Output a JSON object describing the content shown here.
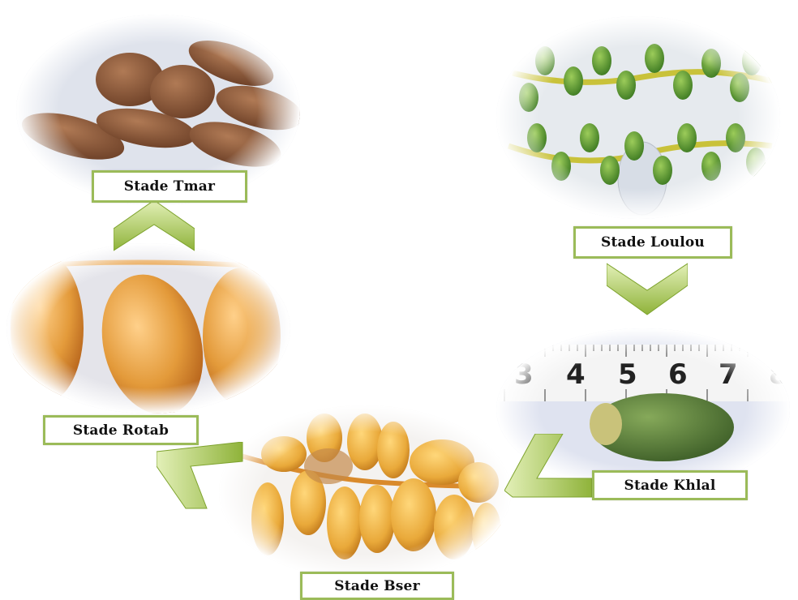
{
  "stages": [
    {
      "id": "tmar",
      "label": "Stade Tmar"
    },
    {
      "id": "loulou",
      "label": "Stade Loulou"
    },
    {
      "id": "khlal",
      "label": "Stade Khlal"
    },
    {
      "id": "bser",
      "label": "Stade Bser"
    },
    {
      "id": "rotab",
      "label": "Stade Rotab"
    }
  ],
  "ruler": {
    "numbers": [
      "3",
      "4",
      "5",
      "6",
      "7",
      "8"
    ]
  },
  "colors": {
    "label_border": "#9bbb59",
    "arrow_light": "#d8e9a8",
    "arrow_dark": "#8fb33a"
  }
}
